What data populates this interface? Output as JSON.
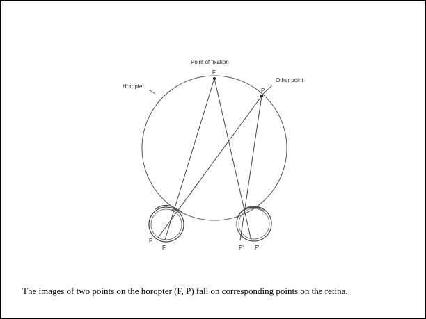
{
  "diagram": {
    "labels": {
      "point_of_fixation": "Point of fixation",
      "fixation_point": "F",
      "other_point": "Other point",
      "other_point_marker": "P",
      "horopter": "Horopter",
      "left_eye_p": "P",
      "left_eye_f": "F",
      "right_eye_p": "P'",
      "right_eye_f": "F'"
    }
  },
  "caption": "The images of two points on the horopter (F, P) fall on corresponding points on the retina.",
  "colors": {
    "line": "#444444",
    "text": "#000000",
    "frame": "#000000"
  }
}
